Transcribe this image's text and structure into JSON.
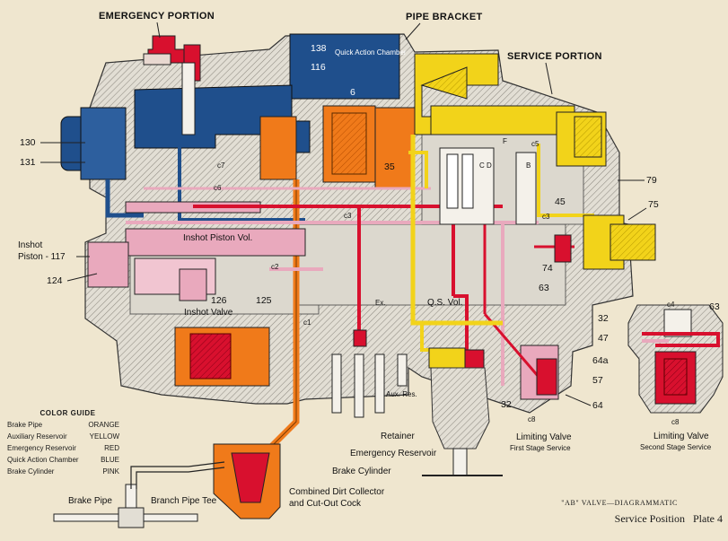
{
  "headings": {
    "emergency_portion": "EMERGENCY PORTION",
    "pipe_bracket": "PIPE BRACKET",
    "service_portion": "SERVICE PORTION",
    "quick_action_chamber": "Quick Action Chamber"
  },
  "part_numbers": {
    "n138": "138",
    "n116": "116",
    "n6": "6",
    "n130": "130",
    "n131": "131",
    "n124": "124",
    "n126": "126",
    "n125": "125",
    "n35": "35",
    "n79": "79",
    "n75": "75",
    "n45": "45",
    "n74": "74",
    "n63": "63",
    "n63b": "63",
    "n32": "32",
    "n32b": "32",
    "n47": "47",
    "n64a": "64a",
    "n57": "57",
    "n64": "64",
    "c8a": "c8",
    "c8b": "c8",
    "c4": "c4",
    "c5": "c5",
    "c3": "c3",
    "c2": "c2",
    "c7": "c7",
    "c6": "c6",
    "c1": "c1",
    "f": "F",
    "cd": "C D",
    "b": "B"
  },
  "labels": {
    "inshot_piston": "Inshot\nPiston - 117",
    "inshot_piston_l1": "Inshot",
    "inshot_piston_l2": "Piston - 117",
    "inshot_piston_vol": "Inshot Piston Vol.",
    "inshot_valve": "Inshot Valve",
    "qs_vol": "Q.S. Vol.",
    "ex": "Ex.",
    "aux_res": "Aux. Res.",
    "retainer": "Retainer",
    "emergency_reservoir": "Emergency Reservoir",
    "brake_cylinder": "Brake Cylinder",
    "limiting_valve_1": "Limiting Valve",
    "first_stage": "First Stage Service",
    "limiting_valve_2": "Limiting Valve",
    "second_stage": "Second Stage Service",
    "combined_1": "Combined Dirt Collector",
    "combined_2": "and Cut-Out Cock",
    "brake_pipe": "Brake Pipe",
    "branch_pipe_tee": "Branch Pipe Tee"
  },
  "color_guide": {
    "title": "COLOR GUIDE",
    "rows": [
      {
        "name": "Brake Pipe",
        "color": "ORANGE"
      },
      {
        "name": "Auxiliary Reservoir",
        "color": "YELLOW"
      },
      {
        "name": "Emergency Reservoir",
        "color": "RED"
      },
      {
        "name": "Quick Action Chamber",
        "color": "BLUE"
      },
      {
        "name": "Brake Cylinder",
        "color": "PINK"
      }
    ]
  },
  "caption": {
    "line1": "\"AB\" VALVE—DIAGRAMMATIC",
    "line2": "Service Position   Plate 4"
  },
  "colors": {
    "orange": "#f07a1a",
    "yellow": "#f2d31a",
    "red": "#d8102e",
    "blue": "#1f4f8c",
    "pink": "#e9a9bd",
    "metal": "#d9d6cf",
    "hatch": "#9a968c",
    "paper": "#efe6cf"
  }
}
